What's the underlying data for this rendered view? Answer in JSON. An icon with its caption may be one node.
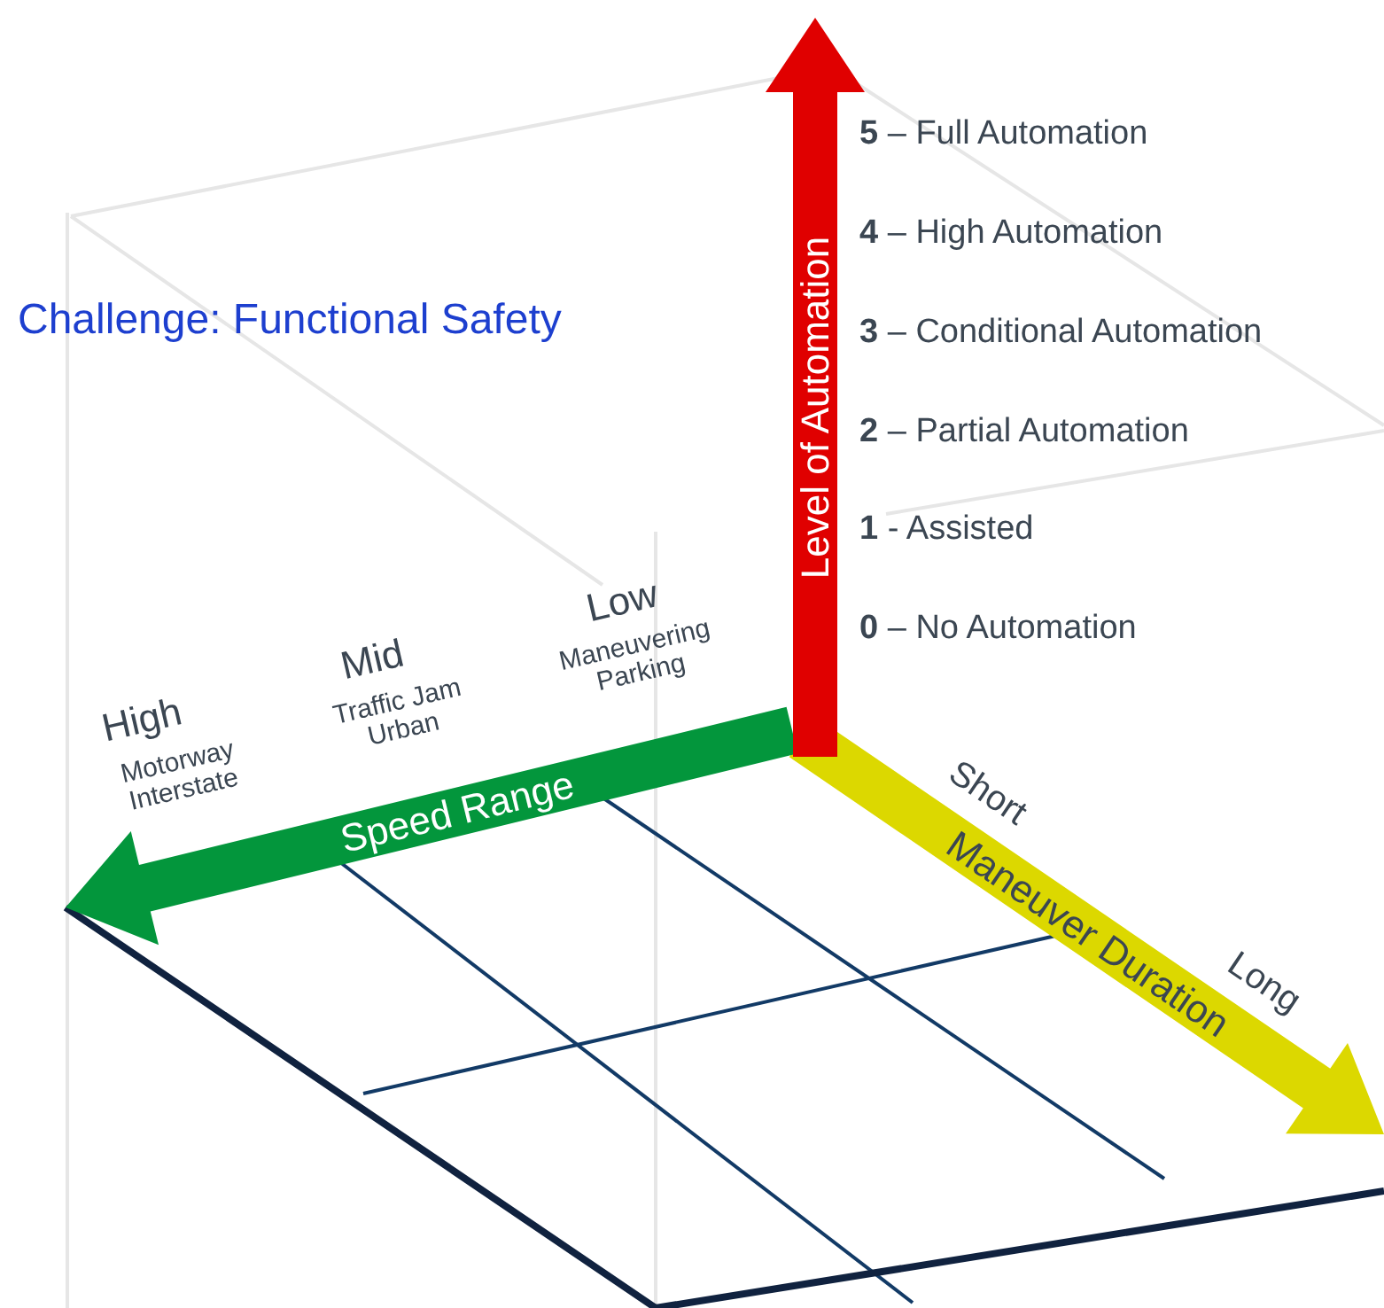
{
  "diagram": {
    "title": "Challenge: Functional Safety",
    "labels": [
      "Level of Automation",
      "**5** – Full Automation",
      "**4** – High Automation",
      "**3** – Conditional Automation",
      "**2** – Partial Automation",
      "**1** - Assisted",
      "**0** – No Automation",
      "High",
      "Motorway Interstate",
      "Mid",
      "Traffic Jam Urban",
      "Low",
      "Maneuvering Parking",
      "Speed Range",
      "Short",
      "Maneuver Duration",
      "Long"
    ]
  }
}
